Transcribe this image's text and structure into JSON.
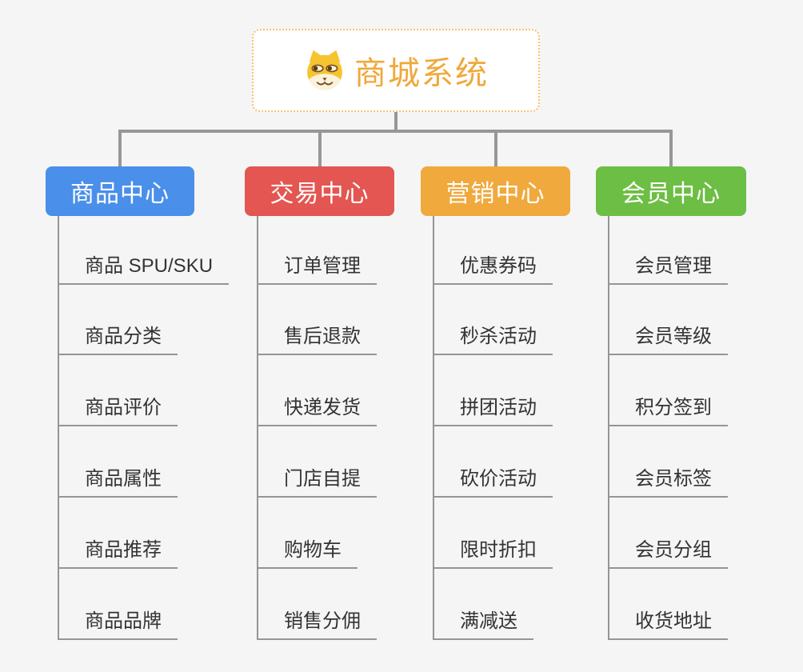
{
  "root": {
    "title": "商城系统",
    "icon": "shiba-dog-icon",
    "accent_color": "#F0A83A",
    "border_color": "#F6C36B"
  },
  "background_color": "#F5F5F5",
  "connector_color": "#979797",
  "underline_color": "#959595",
  "branches": [
    {
      "label": "商品中心",
      "color": "#4A8FE9",
      "items": [
        "商品 SPU/SKU",
        "商品分类",
        "商品评价",
        "商品属性",
        "商品推荐",
        "商品品牌"
      ]
    },
    {
      "label": "交易中心",
      "color": "#E35651",
      "items": [
        "订单管理",
        "售后退款",
        "快递发货",
        "门店自提",
        "购物车",
        "销售分佣"
      ]
    },
    {
      "label": "营销中心",
      "color": "#F0A93D",
      "items": [
        "优惠券码",
        "秒杀活动",
        "拼团活动",
        "砍价活动",
        "限时折扣",
        "满减送"
      ]
    },
    {
      "label": "会员中心",
      "color": "#6DBE44",
      "items": [
        "会员管理",
        "会员等级",
        "积分签到",
        "会员标签",
        "会员分组",
        "收货地址"
      ]
    }
  ]
}
